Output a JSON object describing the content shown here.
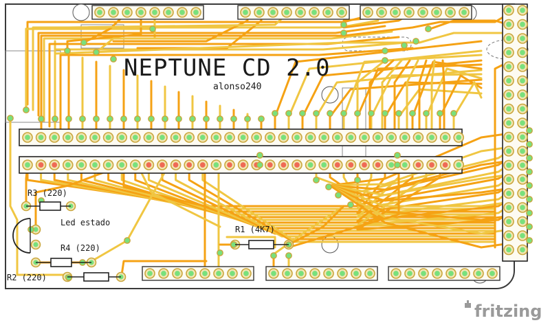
{
  "board": {
    "title": "NEPTUNE CD 2.0",
    "author": "alonso240",
    "watermark": "fritzing"
  },
  "components": {
    "r1": "R1 (4K7)",
    "r2": "R2 (220)",
    "r3": "R3 (220)",
    "r4": "R4 (220)",
    "led": "Led estado"
  },
  "colors": {
    "board": "#ffffff",
    "edge": "#3a3a3a",
    "trace_top": "#f5a214",
    "trace_bottom": "#f0c642",
    "pad_ring": "#c9a63d",
    "pad_fill": "#f3e6b2",
    "pad_hole": "#79e07d",
    "pad_red": "#ef6a55",
    "silk": "#1a1a1a",
    "watermark": "#9a9a9a"
  }
}
